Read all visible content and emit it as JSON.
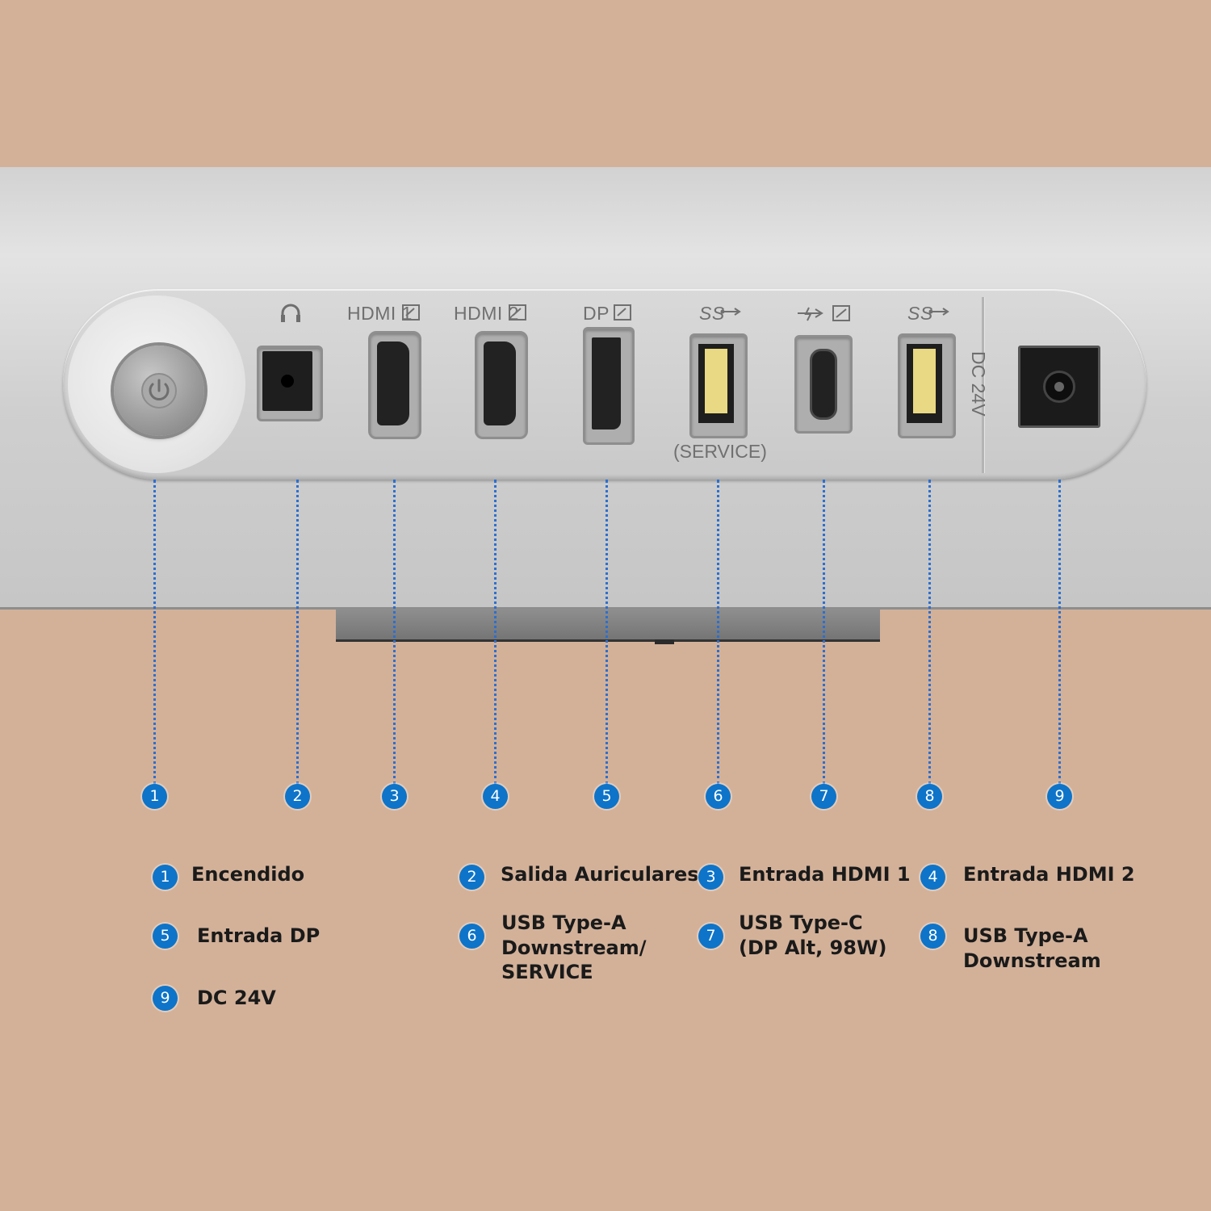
{
  "ports": [
    {
      "label": "",
      "icon": "power-icon"
    },
    {
      "label": "",
      "icon": "headphones-icon"
    },
    {
      "label": "HDMI 1",
      "icon": "hdmi-port-icon"
    },
    {
      "label": "HDMI 2",
      "icon": "hdmi-port-icon"
    },
    {
      "label": "DP",
      "icon": "displayport-icon"
    },
    {
      "label": "SS",
      "icon": "usb-a-icon",
      "sublabel": "(SERVICE)"
    },
    {
      "label": "",
      "icon": "usb-c-icon"
    },
    {
      "label": "SS",
      "icon": "usb-a-icon"
    },
    {
      "label": "DC 24V",
      "icon": "dc-jack-icon"
    }
  ],
  "callouts": [
    "1",
    "2",
    "3",
    "4",
    "5",
    "6",
    "7",
    "8",
    "9"
  ],
  "legend": [
    {
      "number": "1",
      "text": "Encendido"
    },
    {
      "number": "2",
      "text": "Salida Auriculares"
    },
    {
      "number": "3",
      "text": "Entrada HDMI 1"
    },
    {
      "number": "4",
      "text": "Entrada HDMI 2"
    },
    {
      "number": "5",
      "text": "Entrada DP"
    },
    {
      "number": "6",
      "lines": [
        "USB Type-A",
        "Downstream/",
        "SERVICE"
      ]
    },
    {
      "number": "7",
      "lines": [
        "USB Type-C",
        "(DP Alt, 98W)"
      ]
    },
    {
      "number": "8",
      "lines": [
        "USB Type-A",
        "Downstream"
      ]
    },
    {
      "number": "9",
      "text": "DC 24V"
    }
  ],
  "colors": {
    "background": "#d3b199",
    "badge": "#0d74c9",
    "leader_line": "#2c6fd0",
    "panel": "#cfcfcf"
  }
}
